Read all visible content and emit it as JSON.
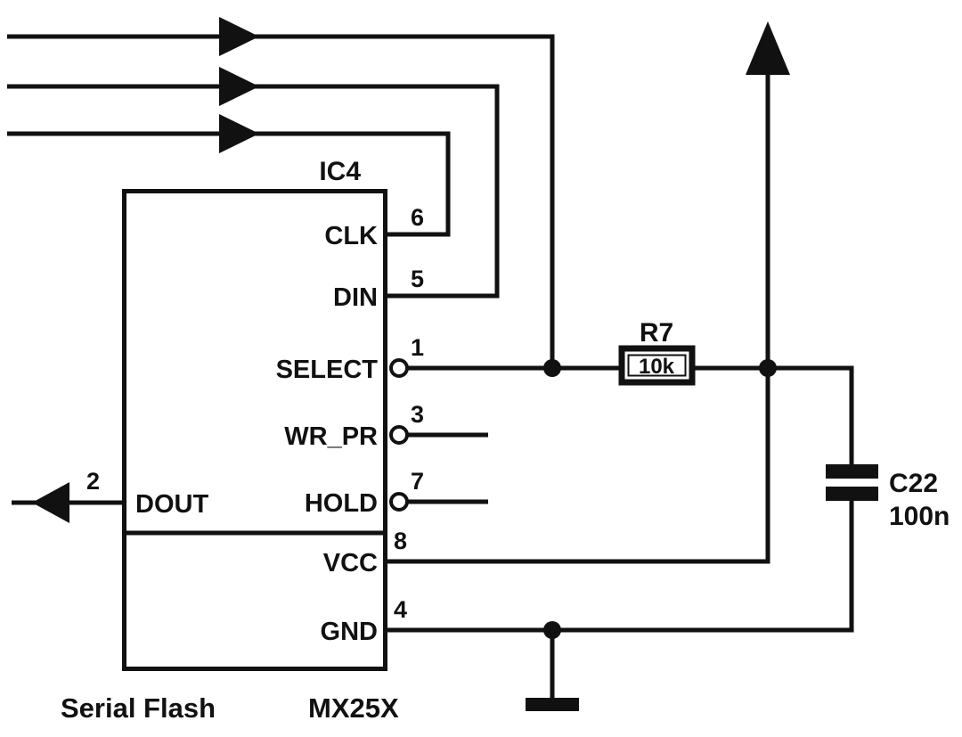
{
  "diagram": {
    "ic": {
      "designator": "IC4",
      "device_label": "Serial Flash",
      "part_number": "MX25X",
      "pins": [
        {
          "name": "CLK",
          "number": "6"
        },
        {
          "name": "DIN",
          "number": "5"
        },
        {
          "name": "SELECT",
          "number": "1"
        },
        {
          "name": "WR_PR",
          "number": "3"
        },
        {
          "name": "HOLD",
          "number": "7"
        },
        {
          "name": "VCC",
          "number": "8"
        },
        {
          "name": "GND",
          "number": "4"
        },
        {
          "name": "DOUT",
          "number": "2"
        }
      ]
    },
    "resistor": {
      "designator": "R7",
      "value": "10k"
    },
    "capacitor": {
      "designator": "C22",
      "value": "100n"
    },
    "colors": {
      "ink": "#111111",
      "background": "#ffffff"
    }
  }
}
